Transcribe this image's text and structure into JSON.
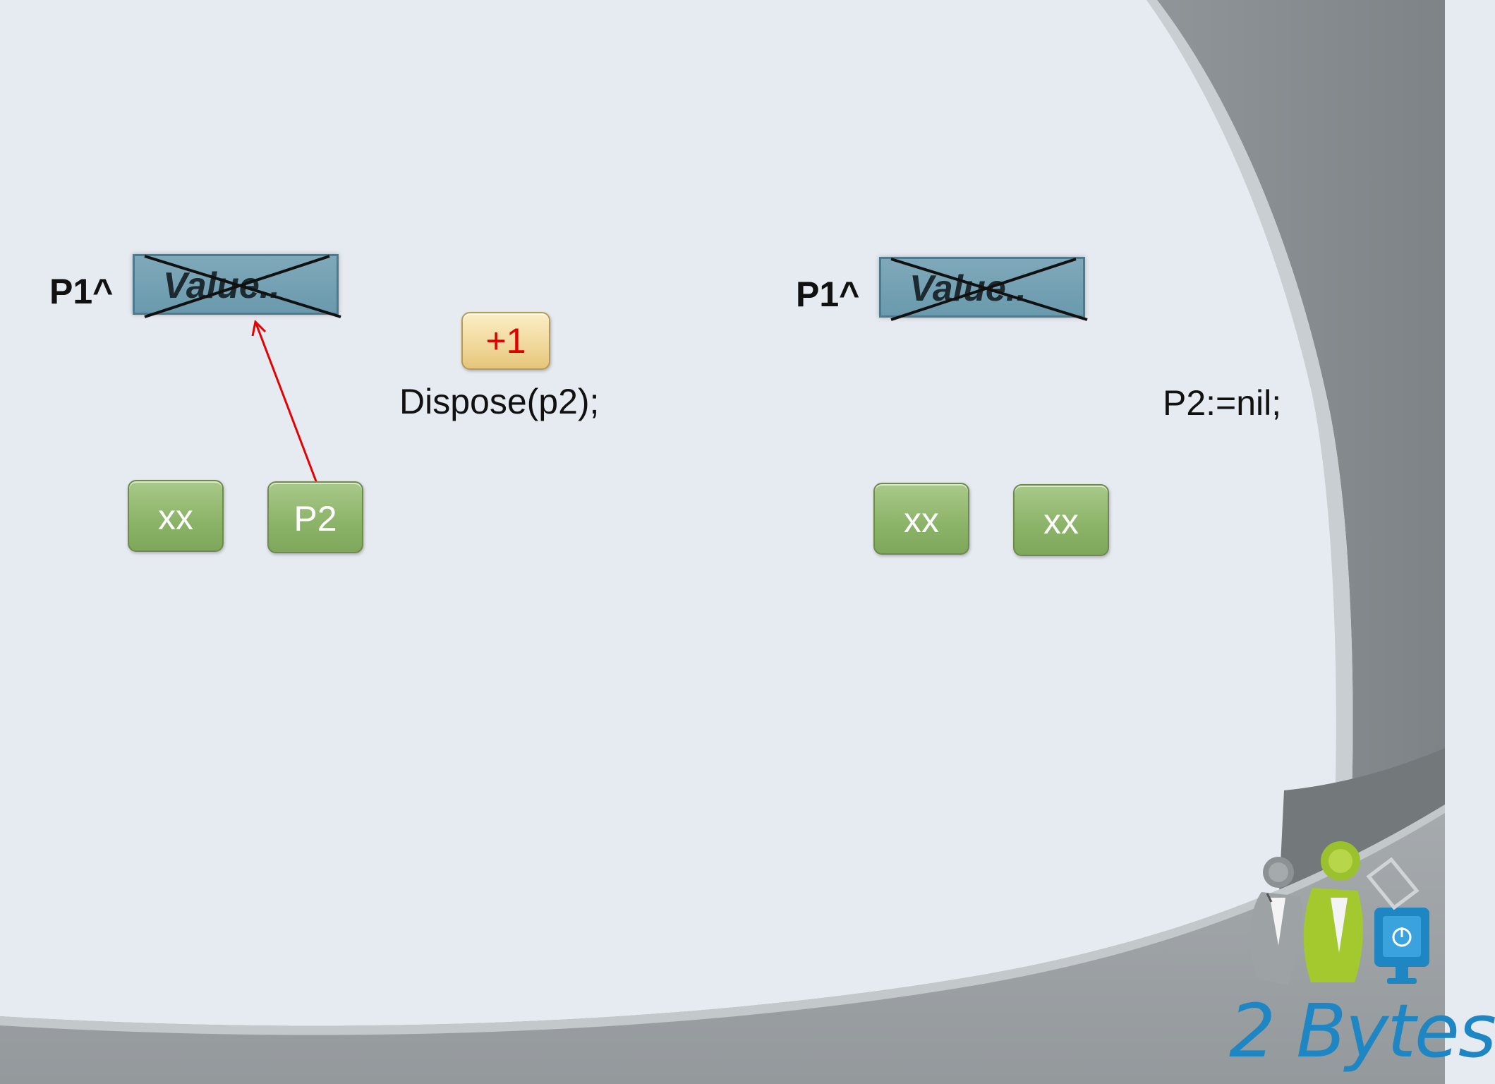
{
  "left": {
    "pointer_label": "P1^",
    "value_label": "Value..",
    "box1": "xx",
    "box2": "P2",
    "increment": "+1",
    "code": "Dispose(p2);"
  },
  "right": {
    "pointer_label": "P1^",
    "value_label": "Value..",
    "box1": "xx",
    "box2": "xx",
    "code": "P2:=nil;"
  },
  "colors": {
    "arrow": "#e60000",
    "value_box": "#6f9eb1",
    "green_box": "#8fb66c",
    "increment_text": "#e00000",
    "brand": "#1f86c4"
  },
  "brand": "2 Bytes"
}
